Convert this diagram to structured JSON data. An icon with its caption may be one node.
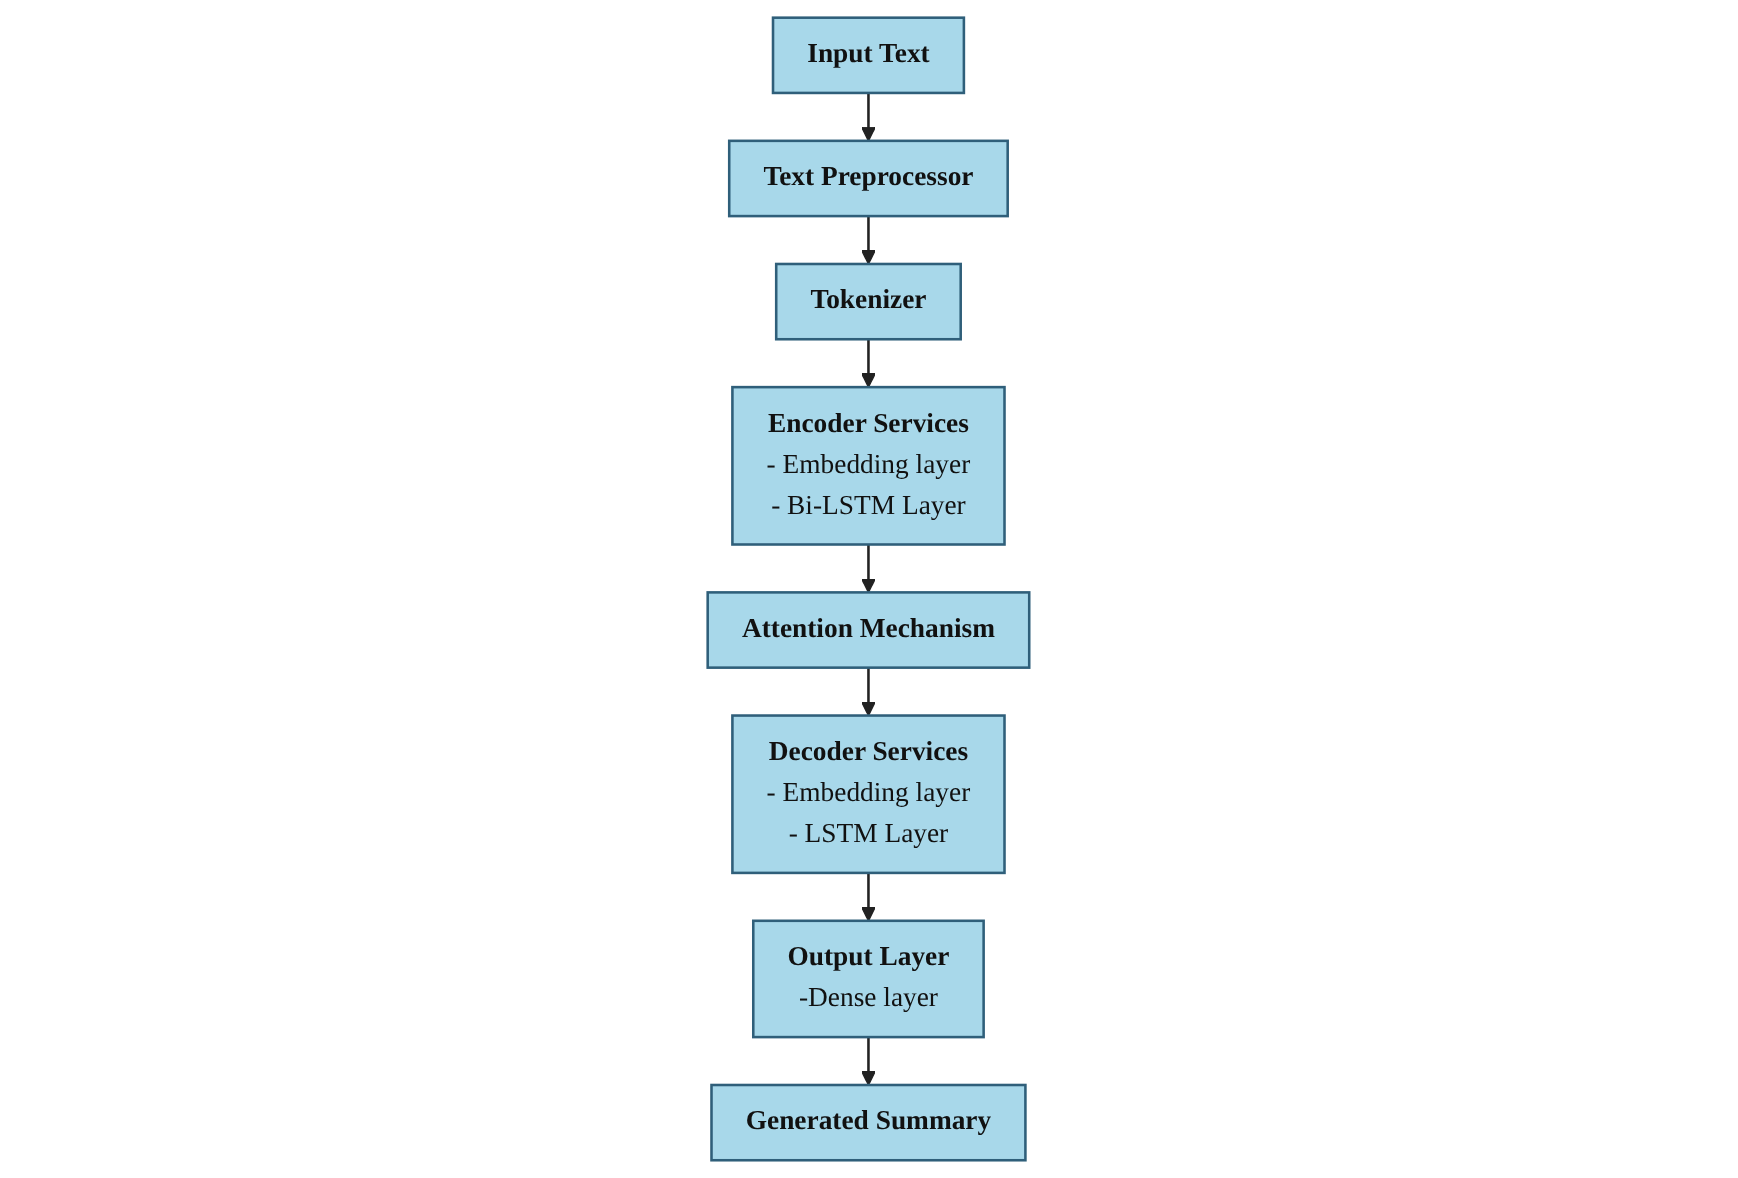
{
  "diagram": {
    "nodes": [
      {
        "text": [
          "Input Text"
        ]
      },
      {
        "text": [
          "Text Preprocessor"
        ]
      },
      {
        "text": [
          "Encoder Services",
          "- Embedding layer",
          "- Bi-LSTM Layer"
        ]
      },
      {
        "text": [
          "Tokenizer"
        ]
      },
      {
        "text": [
          "Attention Mechanism"
        ]
      },
      {
        "text": [
          "Decoder Services",
          "- Embedding layer",
          "- LSTM Layer"
        ]
      },
      {
        "text": [
          "Output Layer",
          "-Dense layer"
        ]
      },
      {
        "text": [
          "Generated Summary"
        ]
      }
    ],
    "edges": [
      {
        "from": 0,
        "to": 1,
        "arrow": "to"
      },
      {
        "from": 1,
        "to": 3,
        "arrow": "to"
      },
      {
        "from": 3,
        "to": 2,
        "arrow": "to"
      },
      {
        "from": 2,
        "to": 4,
        "arrow": "to"
      },
      {
        "from": 4,
        "to": 5,
        "arrow": "to"
      },
      {
        "from": 5,
        "to": 6,
        "arrow": "to"
      },
      {
        "from": 6,
        "to": 7,
        "arrow": "to"
      }
    ]
  }
}
